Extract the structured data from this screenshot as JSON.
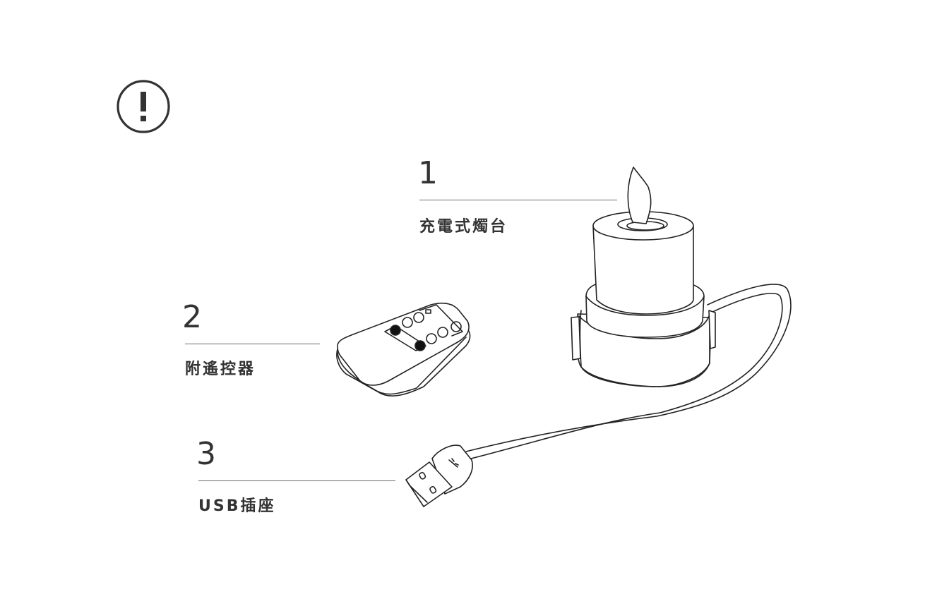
{
  "notice": {
    "icon": "exclamation-circle-icon"
  },
  "items": [
    {
      "number": "1",
      "label": "充電式燭台",
      "illustration": "rechargeable-candle"
    },
    {
      "number": "2",
      "label": "附遙控器",
      "illustration": "remote-control"
    },
    {
      "number": "3",
      "label": "USB插座",
      "illustration": "usb-plug"
    }
  ],
  "colors": {
    "text": "#333333",
    "rule": "#6b6b6b",
    "line_art": "#222222",
    "background": "#ffffff"
  }
}
